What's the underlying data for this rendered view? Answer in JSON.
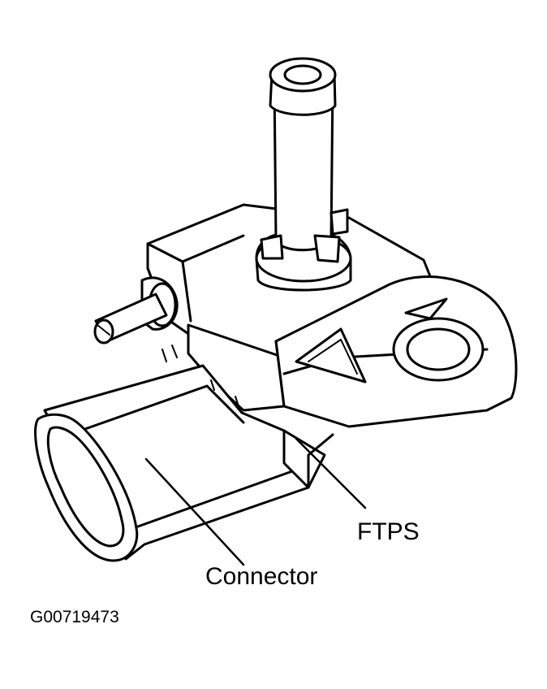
{
  "labels": {
    "ftps": "FTPS",
    "connector": "Connector",
    "figure_code": "G00719473"
  },
  "colors": {
    "ink": "#000000",
    "background": "#ffffff"
  }
}
